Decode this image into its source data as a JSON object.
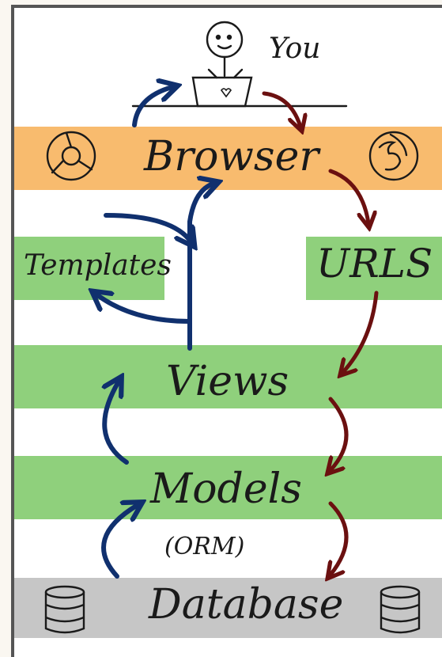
{
  "labels": {
    "you": "You",
    "browser": "Browser",
    "templates": "Templates",
    "urls": "URLS",
    "views": "Views",
    "models": "Models",
    "orm": "(ORM)",
    "database": "Database"
  },
  "colors": {
    "browser_band": "#f8bb6e",
    "layer_band": "#8fd07c",
    "database_band": "#c6c6c6",
    "response_arrow": "#10306e",
    "request_arrow": "#6b1010"
  },
  "icons": [
    "person-at-laptop-icon",
    "chrome-icon",
    "firefox-icon",
    "database-icon"
  ]
}
